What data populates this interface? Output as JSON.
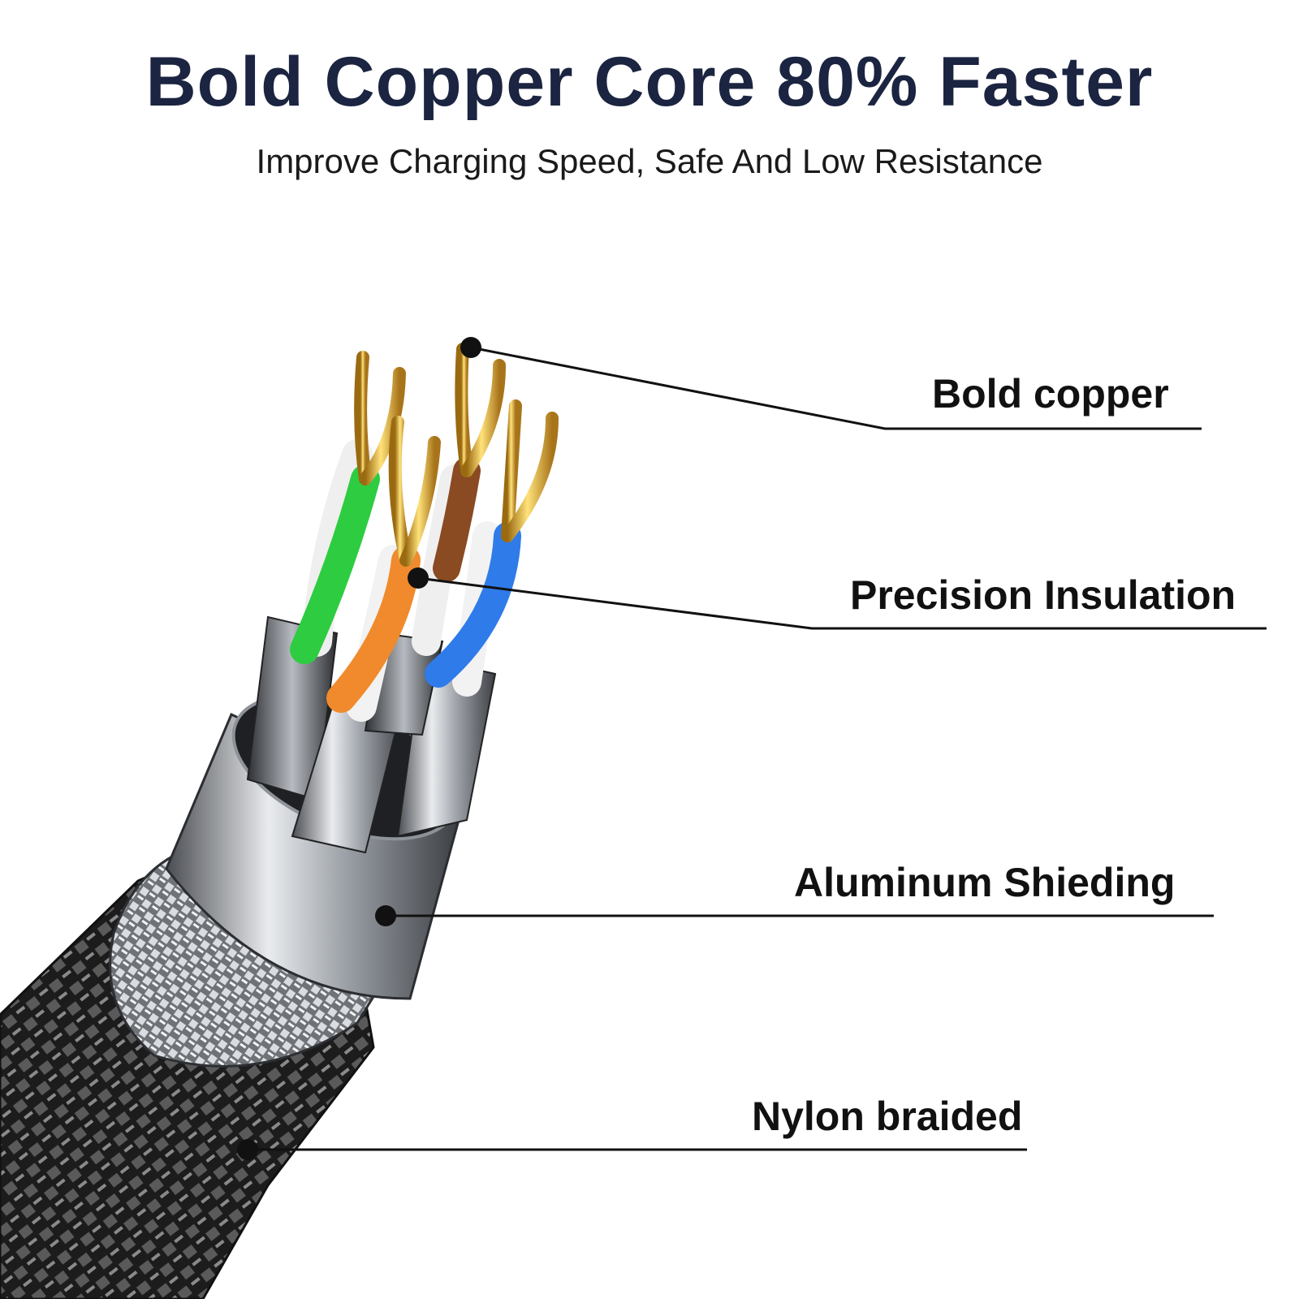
{
  "header": {
    "title": "Bold Copper Core 80% Faster",
    "subtitle": "Improve Charging Speed, Safe And Low Resistance"
  },
  "callouts": [
    {
      "id": "bold-copper",
      "label": "Bold copper"
    },
    {
      "id": "precision-insulation",
      "label": "Precision Insulation"
    },
    {
      "id": "aluminum-shielding",
      "label": "Aluminum Shieding"
    },
    {
      "id": "nylon-braided",
      "label": "Nylon braided"
    }
  ],
  "colors": {
    "title": "#1b2440",
    "copper": "#d9a72a",
    "wire_green": "#2ecc40",
    "wire_orange": "#f08a2c",
    "wire_brown": "#8a4a22",
    "wire_blue": "#2f7bea",
    "wire_white": "#f2f2f2",
    "shield_metal": "#b8bcc2",
    "braid_dark": "#2b2b2b"
  }
}
